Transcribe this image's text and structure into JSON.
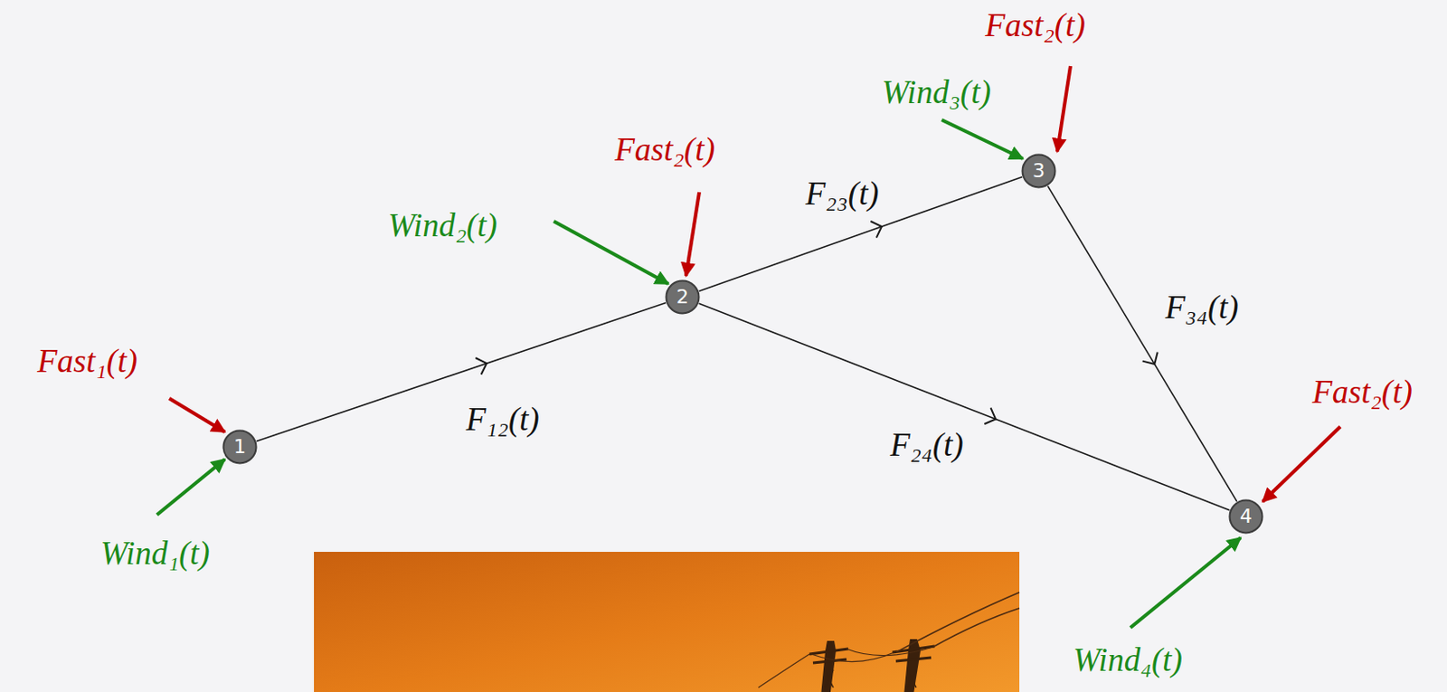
{
  "diagram": {
    "nodes": [
      {
        "text": [
          "1"
        ]
      },
      {
        "text": [
          "2"
        ]
      },
      {
        "text": [
          "3"
        ]
      },
      {
        "text": [
          "4"
        ]
      }
    ],
    "edges": [
      {
        "from": 0,
        "to": 1,
        "arrow": "to",
        "label": "F₁₂(t)"
      },
      {
        "from": 1,
        "to": 2,
        "arrow": "to",
        "label": "F₂₃(t)"
      },
      {
        "from": 1,
        "to": 3,
        "arrow": "to",
        "label": "F₂₄(t)"
      },
      {
        "from": 2,
        "to": 3,
        "arrow": "to",
        "label": "F₃₄(t)"
      }
    ],
    "labels": [
      "Fast₂(t)",
      "Wind₃(t)",
      "Fast₂(t)",
      "Wind₂(t)",
      "Fast₁(t)",
      "Fast₂(t)",
      "Wind₁(t)",
      "Wind₄(t)"
    ]
  }
}
